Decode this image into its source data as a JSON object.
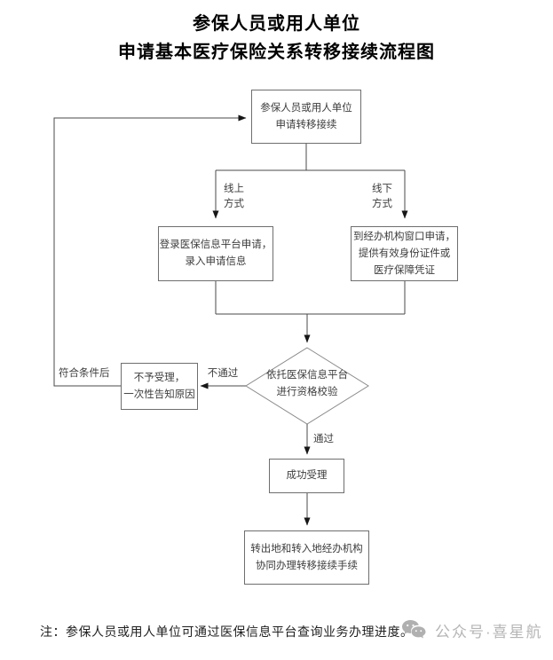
{
  "title": {
    "line1": "参保人员或用人单位",
    "line2": "申请基本医疗保险关系转移接续流程图"
  },
  "flowchart": {
    "nodes": {
      "apply": {
        "lines": [
          "参保人员或用人单位",
          "申请转移接续"
        ]
      },
      "online": {
        "lines": [
          "登录医保信息平台申请，",
          "录入申请信息"
        ]
      },
      "offline": {
        "lines": [
          "到经办机构窗口申请，",
          "提供有效身份证件或",
          "医疗保障凭证"
        ]
      },
      "check": {
        "lines": [
          "依托医保信息平台",
          "进行资格校验"
        ]
      },
      "reject": {
        "lines": [
          "不予受理，",
          "一次性告知原因"
        ]
      },
      "accept": {
        "lines": [
          "成功受理"
        ]
      },
      "final": {
        "lines": [
          "转出地和转入地经办机构",
          "协同办理转移接续手续"
        ]
      }
    },
    "labels": {
      "online_method": {
        "line1": "线上",
        "line2": "方式"
      },
      "offline_method": {
        "line1": "线下",
        "line2": "方式"
      },
      "fail": "不通过",
      "pass": "通过",
      "requalify": "符合条件后"
    }
  },
  "footer": {
    "note": "注：参保人员或用人单位可通过医保信息平台查询业务办理进度。"
  },
  "watermark": {
    "icon": "wechat-icon",
    "text": "公众号·喜星航"
  },
  "colors": {
    "line": "#4a4a4a",
    "box_border": "#6e6e6e",
    "text": "#3d3d3d",
    "watermark": "#b5b5b5"
  }
}
